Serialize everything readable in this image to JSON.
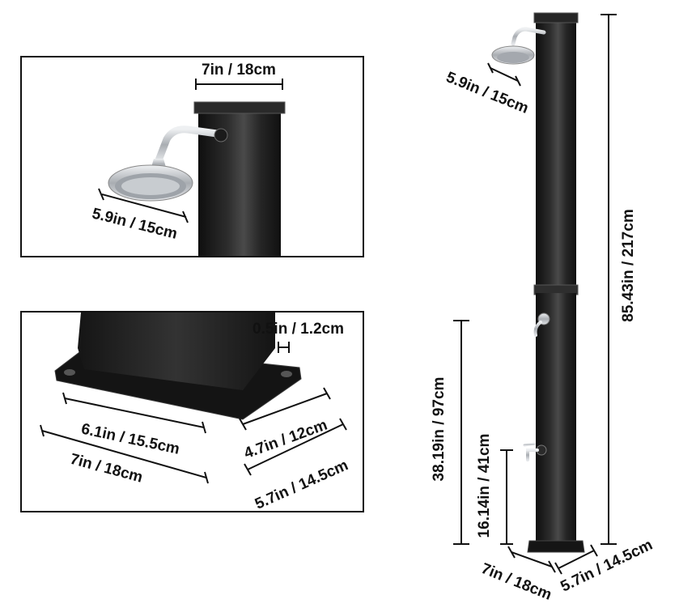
{
  "colors": {
    "pole": "#1b1b1b",
    "pole_edge": "#3a3a3a",
    "pole_highlight": "#5a5a5a",
    "chrome": "#c9ccd0",
    "frame": "#111111",
    "label": "#111111"
  },
  "labels": {
    "top_width": "7in / 18cm",
    "head_detail": "5.9in / 15cm",
    "base_thickness": "0.5in / 1.2cm",
    "base_inner_side": "4.7in / 12cm",
    "base_outer_side": "5.7in / 14.5cm",
    "base_inner_front": "6.1in / 15.5cm",
    "base_outer_front": "7in / 18cm",
    "head_main": "5.9in / 15cm",
    "total_height": "85.43in / 217cm",
    "mid_height": "38.19in / 97cm",
    "tap_height": "16.14in / 41cm",
    "foot_front": "7in / 18cm",
    "foot_side": "5.7in / 14.5cm"
  },
  "icons": {
    "shower_head": "shower-head-icon",
    "tap": "tap-icon",
    "mixer": "mixer-knob-icon"
  }
}
